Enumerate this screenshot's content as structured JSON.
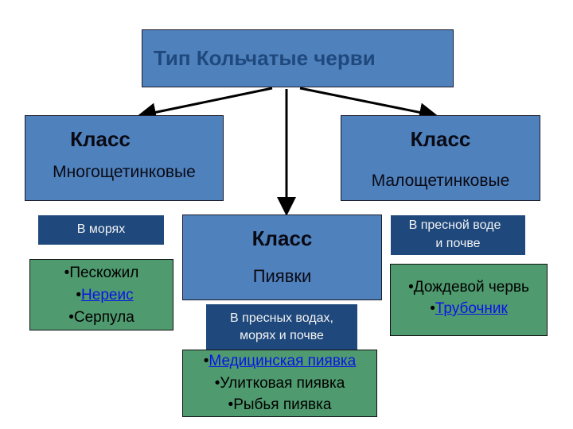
{
  "title": "Тип Кольчатые черви",
  "classes": [
    {
      "label": "Класс",
      "name": "Многощетинковые",
      "habitat": "В морях",
      "species": [
        {
          "text": "Пескожил",
          "link": false
        },
        {
          "text": "Нереис",
          "link": true
        },
        {
          "text": "Серпула",
          "link": false
        }
      ]
    },
    {
      "label": "Класс",
      "name": "Пиявки",
      "habitat_line1": "В пресных водах,",
      "habitat_line2": "морях и почве",
      "species": [
        {
          "text": "Медицинская пиявка",
          "link": true
        },
        {
          "text": "Улитковая пиявка",
          "link": false
        },
        {
          "text": "Рыбья пиявка",
          "link": false
        }
      ]
    },
    {
      "label": "Класс",
      "name": "Малощетинковые",
      "habitat_line1": "В пресной воде",
      "habitat_line2": "и почве",
      "species": [
        {
          "text": "Дождевой червь",
          "link": false
        },
        {
          "text": "Трубочник",
          "link": true
        }
      ]
    }
  ],
  "bullet": "•",
  "colors": {
    "class_box": "#4f81bd",
    "title_text": "#1f497d",
    "habitat_box": "#1f497d",
    "species_box": "#4f9a6f",
    "link": "#0a14e6"
  }
}
